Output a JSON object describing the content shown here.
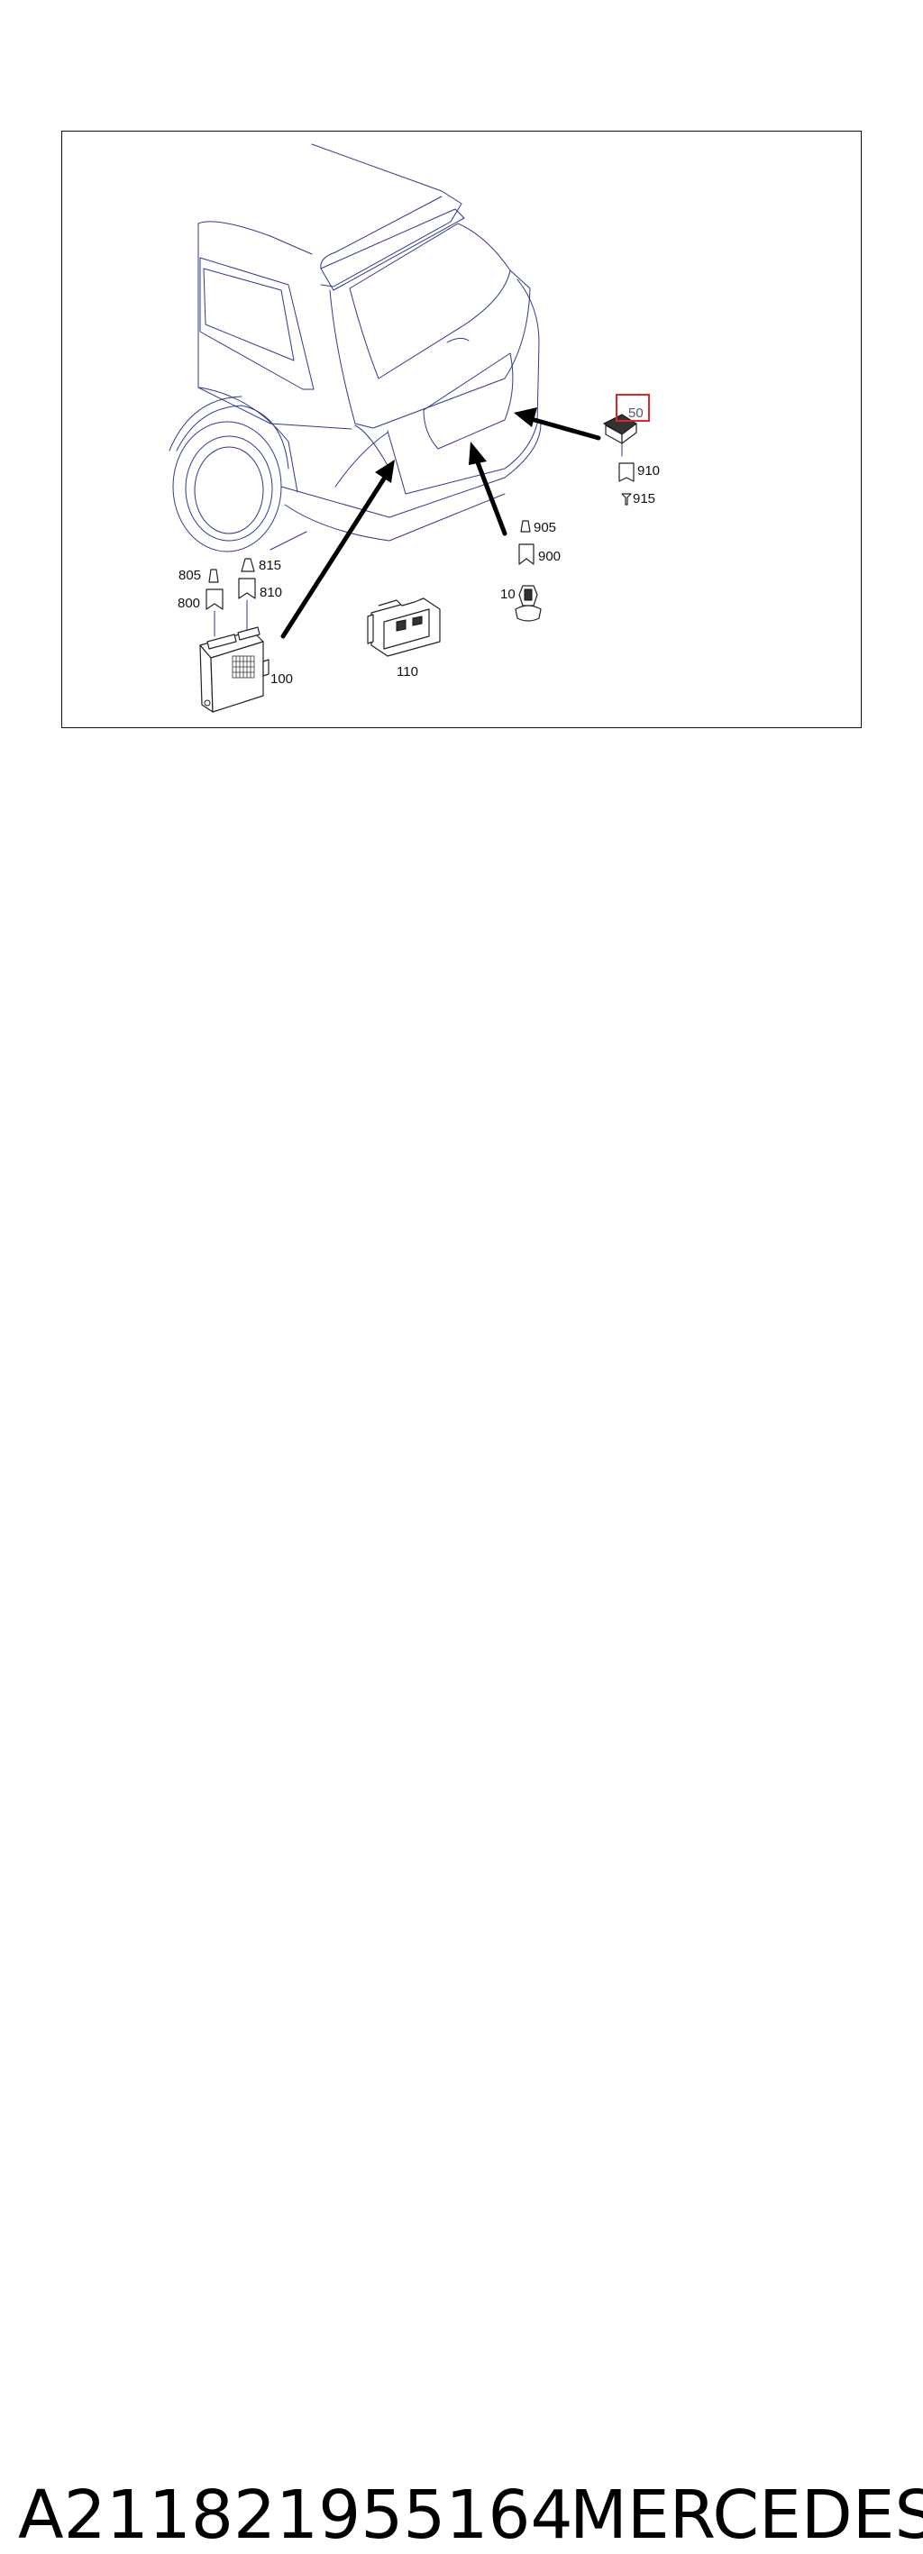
{
  "diagram": {
    "labels": {
      "l50": "50",
      "l910": "910",
      "l915": "915",
      "l905": "905",
      "l900": "900",
      "l10": "10",
      "l805": "805",
      "l815": "815",
      "l800": "800",
      "l810": "810",
      "l100": "100",
      "l110": "110"
    },
    "highlight_color": "#e0242c"
  },
  "caption": {
    "part_number": "A211821955164",
    "brand": "MERCEDES"
  }
}
